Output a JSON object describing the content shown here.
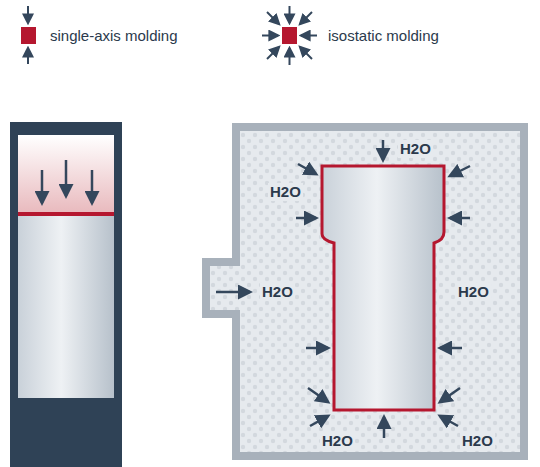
{
  "diagram": {
    "labels": [
      "H2O",
      "H2O",
      "H2O",
      "H2O",
      "H2O",
      "H2O"
    ],
    "legend": [
      {
        "text": "single-axis molding"
      },
      {
        "text": "isostatic molding"
      }
    ]
  }
}
